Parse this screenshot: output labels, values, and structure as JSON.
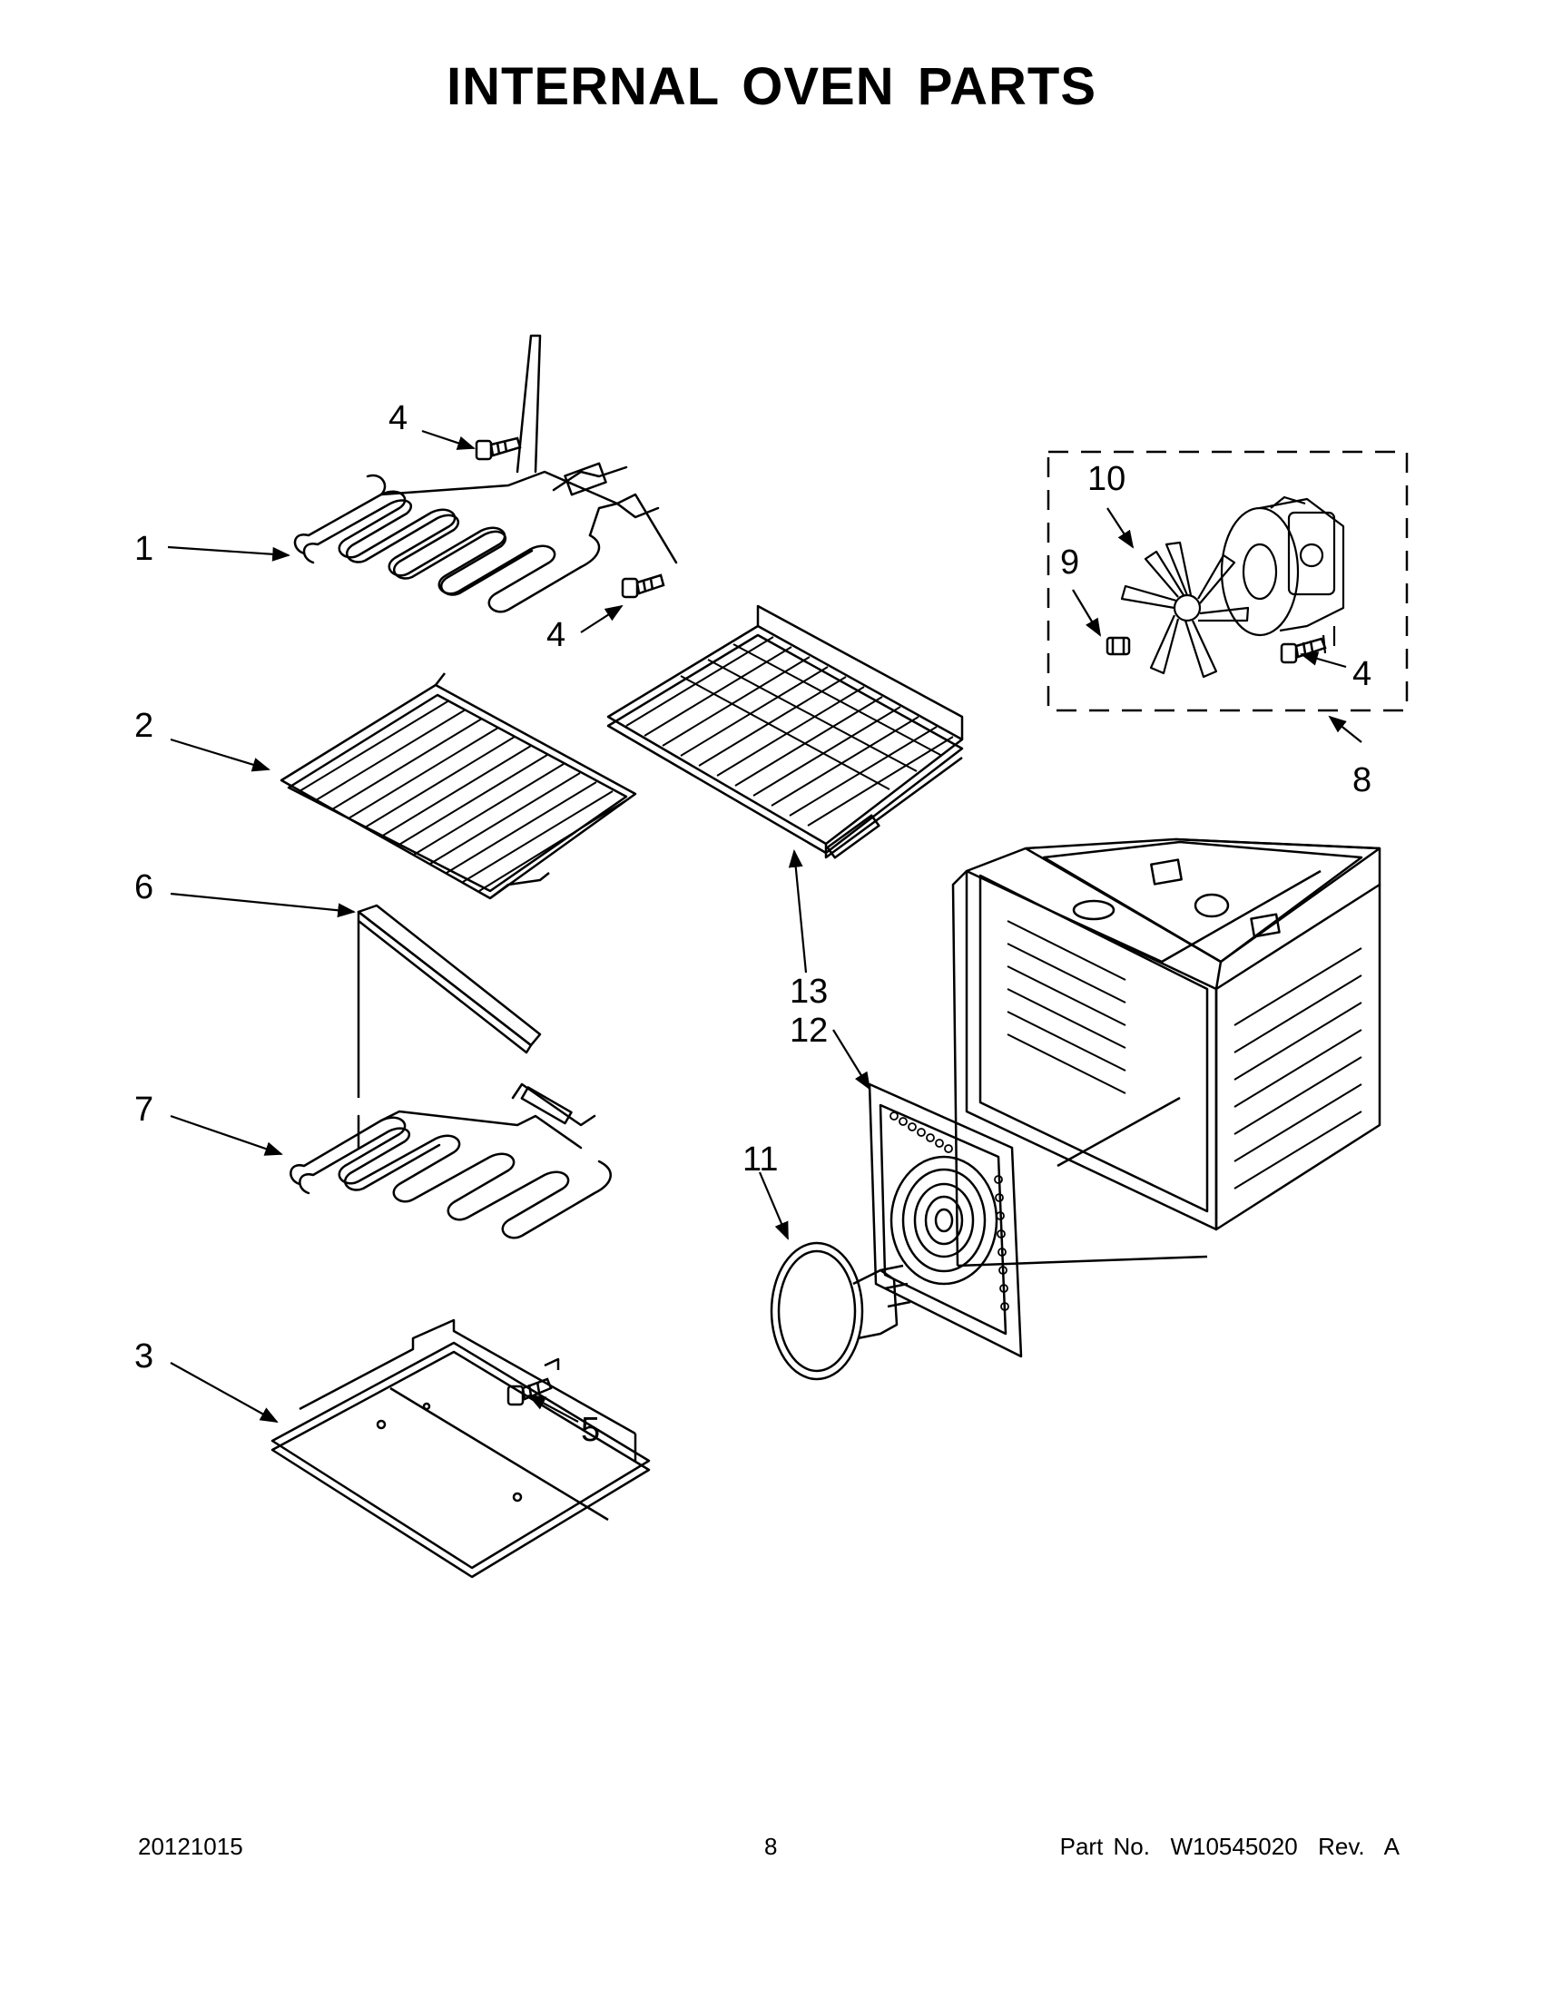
{
  "header": {
    "title": "INTERNAL OVEN PARTS"
  },
  "callouts": {
    "c1": "1",
    "c2": "2",
    "c3": "3",
    "c4a": "4",
    "c4b": "4",
    "c4c": "4",
    "c5": "5",
    "c6": "6",
    "c7": "7",
    "c8": "8",
    "c9": "9",
    "c10": "10",
    "c11": "11",
    "c12": "12",
    "c13": "13"
  },
  "footer": {
    "date_code": "20121015",
    "page_number": "8",
    "part_number": "Part No.  W10545020  Rev.  A"
  },
  "colors": {
    "ink": "#000000",
    "paper": "#ffffff"
  }
}
